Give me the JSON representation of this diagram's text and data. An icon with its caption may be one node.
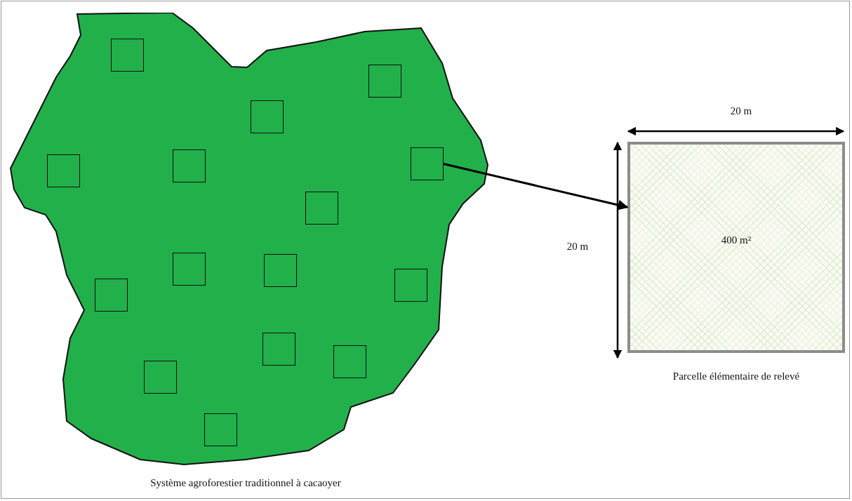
{
  "diagram": {
    "nodes": [
      {
        "text": [],
        "shape": "blob",
        "beside": [
          "Système agroforestier traditionnel à cacaoyer"
        ]
      },
      {
        "text": [],
        "shape": "box",
        "in": 0
      },
      {
        "text": [],
        "shape": "box",
        "in": 0
      },
      {
        "text": [],
        "shape": "box",
        "in": 0
      },
      {
        "text": [],
        "shape": "box",
        "in": 0
      },
      {
        "text": [],
        "shape": "box",
        "in": 0
      },
      {
        "text": [],
        "shape": "box",
        "in": 0
      },
      {
        "text": [],
        "shape": "box",
        "in": 0
      },
      {
        "text": [],
        "shape": "box",
        "in": 0
      },
      {
        "text": [],
        "shape": "box",
        "in": 0
      },
      {
        "text": [],
        "shape": "box",
        "in": 0
      },
      {
        "text": [],
        "shape": "box",
        "in": 0
      },
      {
        "text": [],
        "shape": "box",
        "in": 0
      },
      {
        "text": [],
        "shape": "box",
        "in": 0
      },
      {
        "text": [],
        "shape": "box",
        "in": 0
      },
      {
        "text": [],
        "shape": "box",
        "in": 0
      },
      {
        "text": [
          "400 m²"
        ],
        "beside": [
          "Parcelle élémentaire de relevé"
        ]
      }
    ],
    "edges": [
      {
        "from": 5,
        "to": 16,
        "arrow": "to"
      }
    ],
    "labels": [
      "20 m",
      "20 m"
    ]
  }
}
